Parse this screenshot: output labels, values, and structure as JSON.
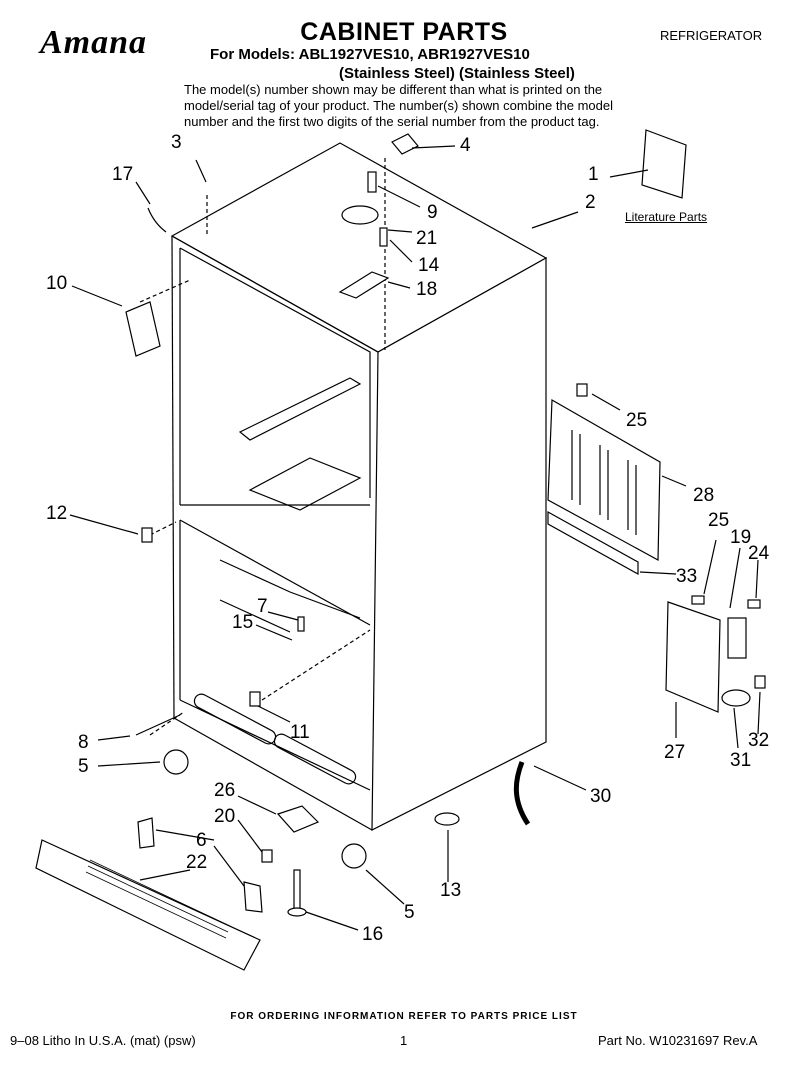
{
  "brand": "Amana",
  "title": "CABINET PARTS",
  "category": "REFRIGERATOR",
  "models_line1": "For Models: ABL1927VES10, ABR1927VES10",
  "models_line2": "(Stainless Steel) (Stainless Steel)",
  "note": "The model(s) number shown may be different than what is printed on the model/serial tag of your product. The number(s) shown combine the model number and the first two digits of the serial number from the product tag.",
  "literature_label": "Literature Parts",
  "callouts": [
    "1",
    "2",
    "3",
    "4",
    "9",
    "10",
    "12",
    "14",
    "15",
    "16",
    "17",
    "18",
    "21",
    "25",
    "28",
    "33",
    "25",
    "19",
    "24",
    "7",
    "11",
    "8",
    "5",
    "26",
    "20",
    "6",
    "22",
    "5",
    "13",
    "27",
    "31",
    "32",
    "30"
  ],
  "order_info": "FOR ORDERING INFORMATION REFER TO PARTS PRICE LIST",
  "footer": {
    "left": "9–08 Litho In U.S.A. (mat) (psw)",
    "page": "1",
    "part_no": "Part No. W10231697 Rev.A"
  }
}
